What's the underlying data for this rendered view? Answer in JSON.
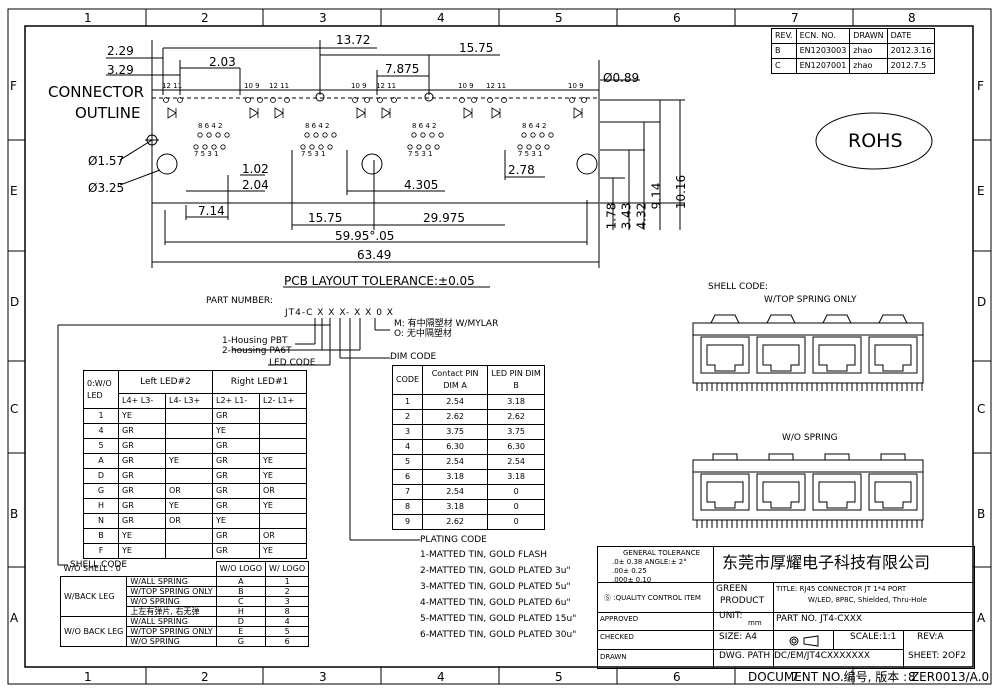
{
  "frame": {
    "cols": [
      "1",
      "2",
      "3",
      "4",
      "5",
      "6",
      "7",
      "8"
    ],
    "rows": [
      "F",
      "E",
      "D",
      "C",
      "B",
      "A"
    ]
  },
  "revision": {
    "headers": [
      "REV.",
      "ECN. NO.",
      "DRAWN",
      "DATE"
    ],
    "rows": [
      [
        "B",
        "EN1203003",
        "zhao",
        "2012.3.16"
      ],
      [
        "C",
        "EN1207001",
        "zhao",
        "2012.7.5"
      ]
    ]
  },
  "rohs": "ROHS",
  "layout": {
    "connector_outline_1": "CONNECTOR",
    "connector_outline_2": "OUTLINE",
    "dims": {
      "d229": "2.29",
      "d329": "3.29",
      "d203": "2.03",
      "d1372": "13.72",
      "d1575top": "15.75",
      "d7875": "7.875",
      "d089": "Ø0.89",
      "d157": "Ø1.57",
      "d325": "Ø3.25",
      "d102": "1.02",
      "d204": "2.04",
      "d4305": "4.305",
      "d278": "2.78",
      "d714": "7.14",
      "d1575": "15.75",
      "d29975": "29.975",
      "d5995": "59.95°.05",
      "d6349": "63.49",
      "v178": "1.78",
      "v343": "3.43",
      "v432": "4.32",
      "v914": "9.14",
      "v1016": "10.16"
    },
    "pin_top": [
      "12 11",
      "10 9",
      "12 11",
      "10 9",
      "12 11",
      "10 9",
      "12 11",
      "10 9"
    ],
    "pin_even": "8 6 4 2",
    "pin_odd": "7 5 3 1",
    "title": "PCB LAYOUT   TOLERANCE:±0.05"
  },
  "part_number": {
    "label": "PART NUMBER:",
    "code": "JT4-C X X X- X X 0 X",
    "m_line": "M: 有中隔塑材 W/MYLAR",
    "o_line": "O: 无中隔塑材",
    "housing1": "1-Housing PBT",
    "housing2": "2-housing PA6T",
    "led_code": "LED CODE",
    "dim_code": "DIM CODE",
    "shell_code": "SHELL CODE",
    "plating_code": "PLATING CODE",
    "plating": [
      "1-MATTED TIN, GOLD FLASH",
      "2-MATTED TIN, GOLD PLATED 3u\"",
      "3-MATTED TIN, GOLD PLATED 5u\"",
      "4-MATTED TIN, GOLD PLATED 6u\"",
      "5-MATTED TIN, GOLD PLATED 15u\"",
      "6-MATTED TIN, GOLD PLATED 30u\""
    ]
  },
  "led_table": {
    "h_code": "0:W/O LED",
    "h_left": "Left  LED#2",
    "h_right": "Right  LED#1",
    "sub": [
      "L4+ L3-",
      "L4- L3+",
      "L2+ L1-",
      "L2- L1+"
    ],
    "rows": [
      [
        "1",
        "YE",
        "",
        "GR",
        ""
      ],
      [
        "4",
        "GR",
        "",
        "YE",
        ""
      ],
      [
        "5",
        "GR",
        "",
        "GR",
        ""
      ],
      [
        "A",
        "GR",
        "YE",
        "GR",
        "YE"
      ],
      [
        "D",
        "GR",
        "",
        "GR",
        "YE"
      ],
      [
        "G",
        "GR",
        "OR",
        "GR",
        "OR"
      ],
      [
        "H",
        "GR",
        "YE",
        "GR",
        "YE"
      ],
      [
        "N",
        "GR",
        "OR",
        "YE",
        ""
      ],
      [
        "B",
        "YE",
        "",
        "GR",
        "OR"
      ],
      [
        "F",
        "YE",
        "",
        "GR",
        "YE"
      ]
    ]
  },
  "dim_table": {
    "headers": [
      "CODE",
      "Contact PIN DIM A",
      "LED PIN DIM B"
    ],
    "rows": [
      [
        "1",
        "2.54",
        "3.18"
      ],
      [
        "2",
        "2.62",
        "2.62"
      ],
      [
        "3",
        "3.75",
        "3.75"
      ],
      [
        "4",
        "6.30",
        "6.30"
      ],
      [
        "5",
        "2.54",
        "2.54"
      ],
      [
        "6",
        "3.18",
        "3.18"
      ],
      [
        "7",
        "2.54",
        "0"
      ],
      [
        "8",
        "3.18",
        "0"
      ],
      [
        "9",
        "2.62",
        "0"
      ]
    ]
  },
  "shell_table": {
    "wo_shell": "W/O SHELL : 0",
    "h_logo": [
      "W/O LOGO",
      "W/ LOGO"
    ],
    "back1": "W/BACK LEG",
    "back2": "W/O BACK LEG",
    "rows": [
      [
        "W/ALL SPRING",
        "A",
        "1"
      ],
      [
        "W/TOP SPRING ONLY",
        "B",
        "2"
      ],
      [
        "W/O SPRING",
        "C",
        "3"
      ],
      [
        "上左有弹片, 右无弹",
        "H",
        "8"
      ],
      [
        "W/ALL SPRING",
        "D",
        "4"
      ],
      [
        "W/TOP SPRING ONLY",
        "E",
        "5"
      ],
      [
        "W/O SPRING",
        "G",
        "6"
      ]
    ]
  },
  "shell_views": {
    "label": "SHELL CODE:",
    "top": "W/TOP SPRING ONLY",
    "wo": "W/O SPRING"
  },
  "title_block": {
    "company": "东莞市厚耀电子科技有限公司",
    "gen_tol": "GENERAL TOLERANCE",
    "tol1": ".0± 0.38  ANGLE:± 2°",
    "tol2": ".00± 0.25",
    "tol3": ".000± 0.10",
    "green": "GREEN",
    "product": "PRODUCT",
    "quality": "Ⓢ :QUALITY CONTROL ITEM",
    "title1": "TITLE: RJ45 CONNECTOR JT 1*4 PORT",
    "title2": "W/LED, 8P8C, Shielded, Thru-Hole",
    "approved": "APPROVED",
    "checked": "CHECKED",
    "drawn": "DRAWN",
    "unit": "UNIT:",
    "unit_val": "mm",
    "part_no": "PART NO. JT4-CXXX",
    "size": "SIZE: A4",
    "scale": "SCALE:1:1",
    "rev": "REV:A",
    "dwg": "DWG. PATH",
    "path": "DC/EM/JT4CXXXXXXX",
    "sheet": "SHEET: 2OF2",
    "doc": "DOCUMENT  NO.编号, 版本 :  ZER0013/A.0"
  }
}
